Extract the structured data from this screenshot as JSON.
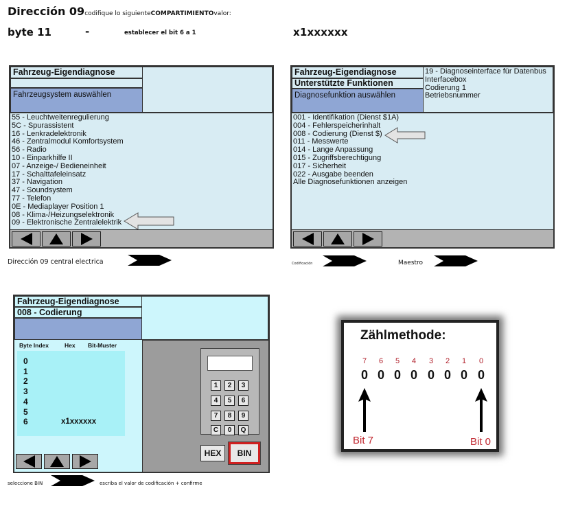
{
  "header": {
    "direction": "Dirección 09",
    "codify": "codifique lo siguiente",
    "compartment": "COMPARTIMIENTO",
    "value_word": "valor:",
    "byte_label": "byte 11",
    "dash": "-",
    "set_bit": "establecer el bit 6 a 1",
    "target_value": "x1xxxxxx"
  },
  "panel1": {
    "title": "Fahrzeug-Eigendiagnose",
    "selection": "Fahrzeugsystem auswählen",
    "items": [
      "55 - Leuchtweitenregulierung",
      "5C - Spurassistent",
      "16 - Lenkradelektronik",
      "46 - Zentralmodul Komfortsystem",
      "56 - Radio",
      "10 - Einparkhilfe II",
      "07 - Anzeige-/ Bedieneinheit",
      "17 - Schalttafeleinsatz",
      "37 - Navigation",
      "47 - Soundsystem",
      "77 - Telefon",
      "0E - Mediaplayer Position 1",
      "08 - Klima-/Heizungselektronik",
      "09 - Elektronische Zentralelektrik"
    ],
    "caption": "Dirección 09 central electrica"
  },
  "panel2": {
    "title": "Fahrzeug-Eigendiagnose",
    "subtitle": "Unterstützte Funktionen",
    "selection": "Diagnosefunktion auswählen",
    "info": [
      "19 - Diagnoseinterface für Datenbus",
      "Interfacebox",
      "Codierung 1",
      "Betriebsnummer"
    ],
    "items": [
      "001 - Identifikation (Dienst $1A)",
      "004 - Fehlerspeicherinhalt",
      "008 - Codierung (Dienst $)",
      "011 - Messwerte",
      "014 - Lange Anpassung",
      "015 - Zugriffsberechtigung",
      "017 - Sicherheit",
      "022 - Ausgabe beenden",
      "Alle Diagnosefunktionen anzeigen"
    ],
    "caption_left": "Codificación",
    "caption_right": "Maestro"
  },
  "panel3": {
    "title": "Fahrzeug-Eigendiagnose",
    "subtitle": "008 - Codierung",
    "col_byte": "Byte Index",
    "col_hex": "Hex",
    "col_bits": "Bit-Muster",
    "rows": [
      "0",
      "1",
      "2",
      "3",
      "4",
      "5",
      "6"
    ],
    "row6_bits": "x1xxxxxx",
    "keys": [
      "1",
      "2",
      "3",
      "4",
      "5",
      "6",
      "7",
      "8",
      "9",
      "C",
      "0",
      "Q"
    ],
    "hex_button": "HEX",
    "bin_button": "BIN",
    "caption_left": "seleccione BIN",
    "caption_right": "escriba el valor de codificación + confirme"
  },
  "count": {
    "title": "Zählmethode:",
    "bit_numbers": [
      "7",
      "6",
      "5",
      "4",
      "3",
      "2",
      "1",
      "0"
    ],
    "bit_values": [
      "0",
      "0",
      "0",
      "0",
      "0",
      "0",
      "0",
      "0"
    ],
    "left_label": "Bit 7",
    "right_label": "Bit 0"
  },
  "colors": {
    "panel_bg": "#d8ecf3",
    "selection_bg": "#8fa6d4",
    "panel3_bg": "#cdf6fc",
    "table_bg": "#a8f1f7",
    "keypad_bg": "#9c9c9c",
    "bin_border": "#d02020",
    "bit_red": "#c0262e"
  }
}
